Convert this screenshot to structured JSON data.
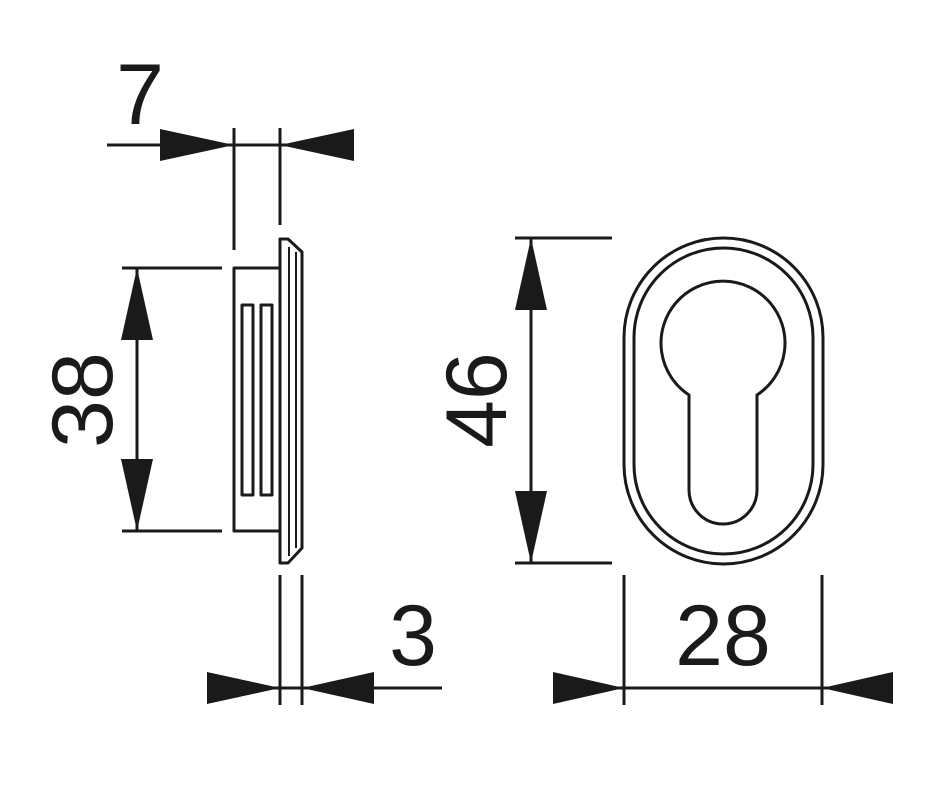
{
  "dimensions": {
    "side_thickness": "7",
    "side_height": "38",
    "plate_thickness": "3",
    "front_height": "46",
    "front_width": "28"
  },
  "colors": {
    "line": "#1a1a1a",
    "background": "#ffffff"
  }
}
